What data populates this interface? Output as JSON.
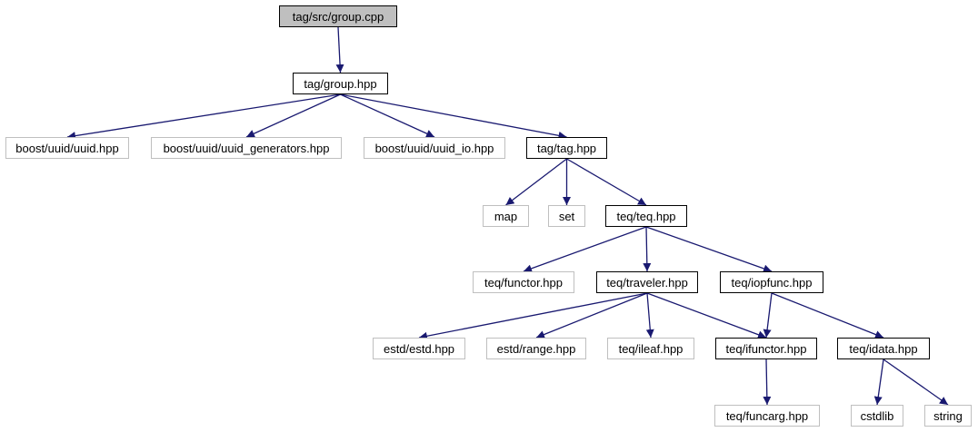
{
  "nodes": {
    "root": "tag/src/group.cpp",
    "group": "tag/group.hpp",
    "uuid": "boost/uuid/uuid.hpp",
    "uuidgen": "boost/uuid/uuid_generators.hpp",
    "uuidio": "boost/uuid/uuid_io.hpp",
    "tag": "tag/tag.hpp",
    "map": "map",
    "set": "set",
    "teq": "teq/teq.hpp",
    "functor": "teq/functor.hpp",
    "traveler": "teq/traveler.hpp",
    "iopfunc": "teq/iopfunc.hpp",
    "estd": "estd/estd.hpp",
    "range": "estd/range.hpp",
    "ileaf": "teq/ileaf.hpp",
    "ifunctor": "teq/ifunctor.hpp",
    "idata": "teq/idata.hpp",
    "funcarg": "teq/funcarg.hpp",
    "cstdlib": "cstdlib",
    "string": "string"
  },
  "edges": [
    [
      "root",
      "group"
    ],
    [
      "group",
      "uuid"
    ],
    [
      "group",
      "uuidgen"
    ],
    [
      "group",
      "uuidio"
    ],
    [
      "group",
      "tag"
    ],
    [
      "tag",
      "map"
    ],
    [
      "tag",
      "set"
    ],
    [
      "tag",
      "teq"
    ],
    [
      "teq",
      "functor"
    ],
    [
      "teq",
      "traveler"
    ],
    [
      "teq",
      "iopfunc"
    ],
    [
      "traveler",
      "estd"
    ],
    [
      "traveler",
      "range"
    ],
    [
      "traveler",
      "ileaf"
    ],
    [
      "traveler",
      "ifunctor"
    ],
    [
      "iopfunc",
      "ifunctor"
    ],
    [
      "iopfunc",
      "idata"
    ],
    [
      "ifunctor",
      "funcarg"
    ],
    [
      "idata",
      "cstdlib"
    ],
    [
      "idata",
      "string"
    ]
  ],
  "colors": {
    "edge": "#191970",
    "internal_border": "#000000",
    "external_border": "#bfbfbf",
    "root_fill": "#bfbfbf"
  }
}
